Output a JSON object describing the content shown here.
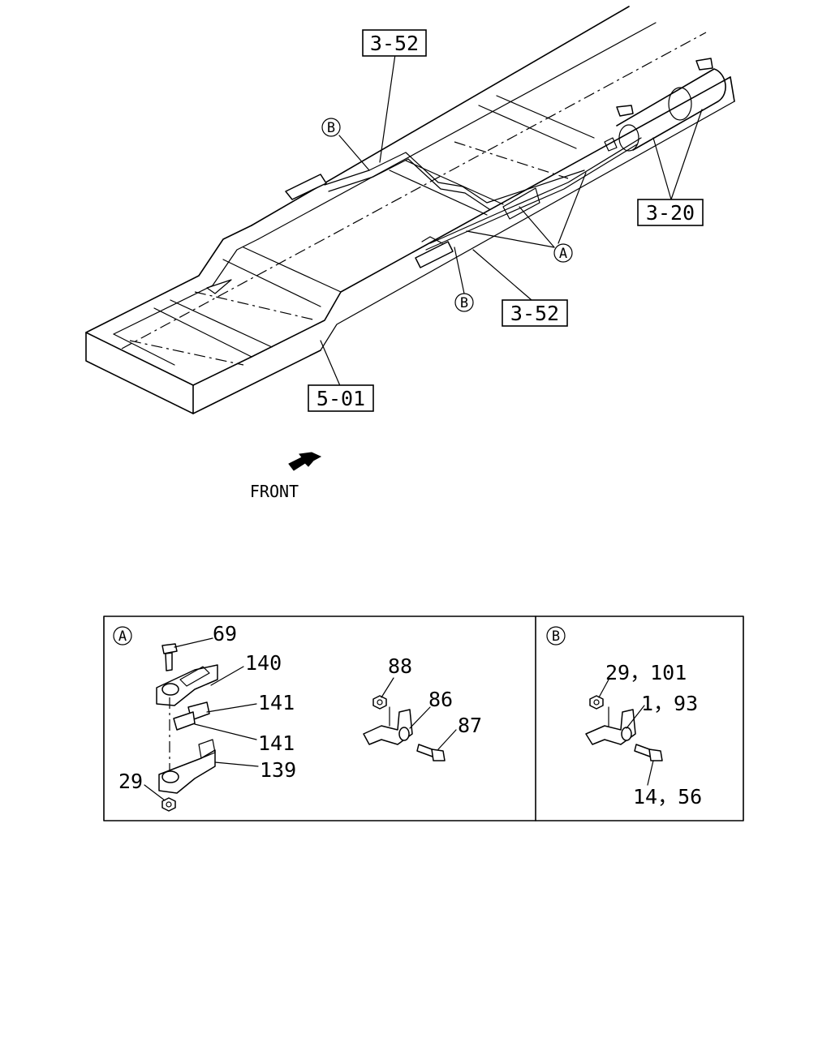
{
  "references": {
    "ref_352_top": "3-52",
    "ref_352_bottom": "3-52",
    "ref_320": "3-20",
    "ref_501": "5-01"
  },
  "markers": {
    "b_top": "B",
    "b_bottom": "B",
    "a_main": "A"
  },
  "front_label": "FRONT",
  "detail_a": {
    "marker": "A",
    "parts": {
      "p69": "69",
      "p140": "140",
      "p141_upper": "141",
      "p141_lower": "141",
      "p139": "139",
      "p29": "29",
      "p88": "88",
      "p86": "86",
      "p87": "87"
    }
  },
  "detail_b": {
    "marker": "B",
    "parts": {
      "p29_101": "29，101",
      "p1_93": "1，93",
      "p14_56": "14，56"
    }
  }
}
